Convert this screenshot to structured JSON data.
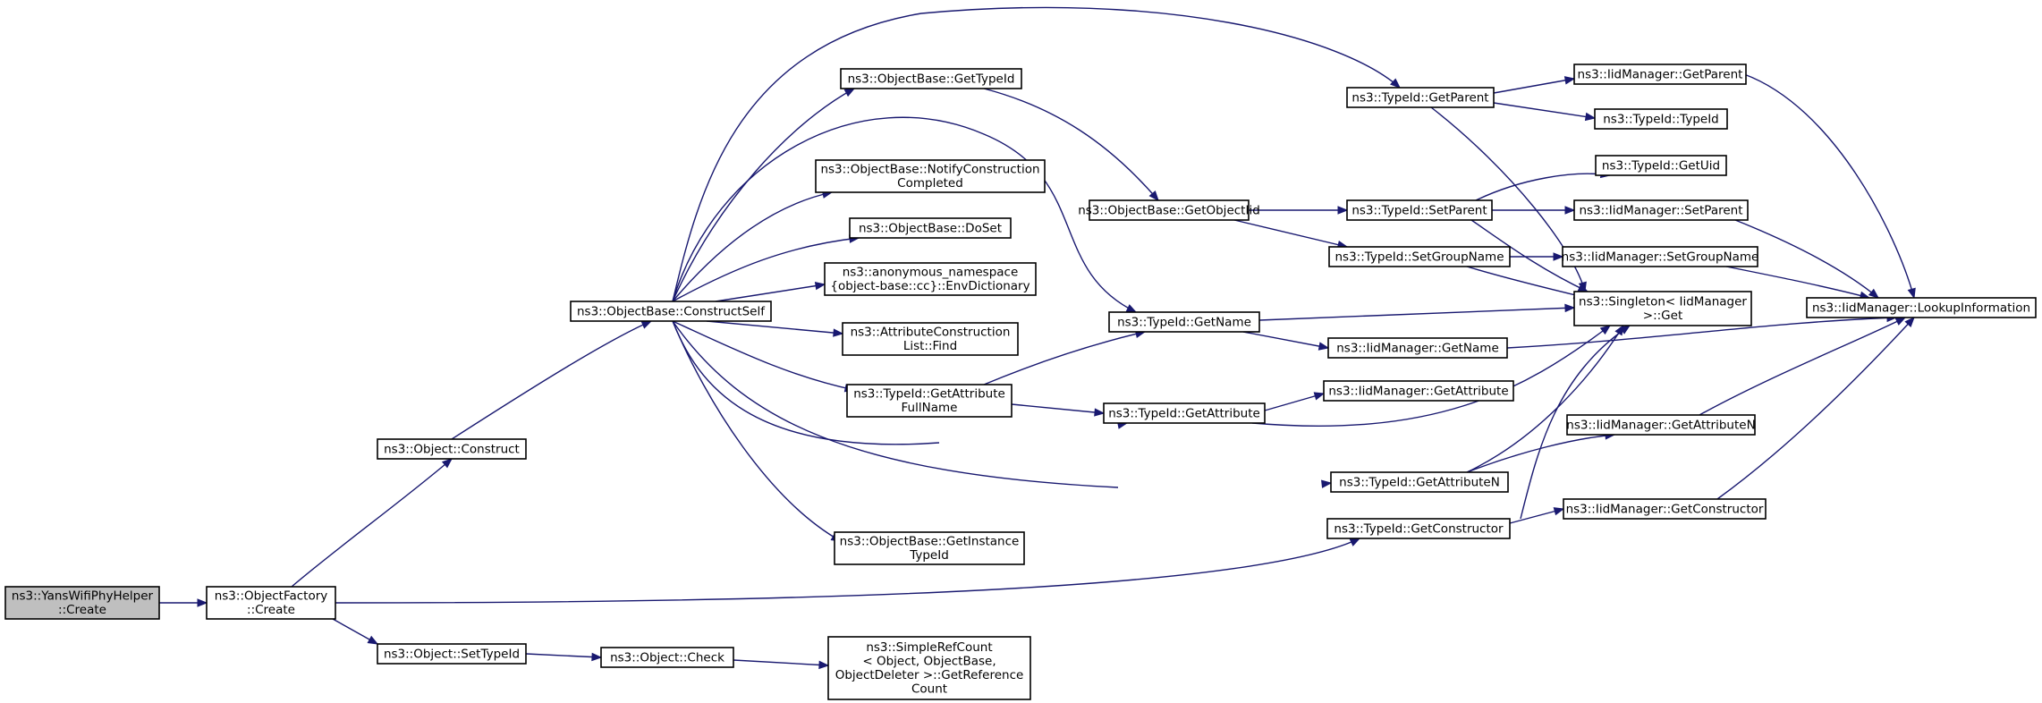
{
  "diagram": {
    "colors": {
      "edge": "#191970",
      "root_fill": "#bfbfbf",
      "node_fill": "#ffffff",
      "border": "#000000"
    },
    "nodes": [
      {
        "id": "yans",
        "lines": [
          "ns3::YansWifiPhyHelper",
          "::Create"
        ],
        "root": true
      },
      {
        "id": "factory",
        "lines": [
          "ns3::ObjectFactory",
          "::Create"
        ]
      },
      {
        "id": "construct",
        "lines": [
          "ns3::Object::Construct"
        ]
      },
      {
        "id": "settypeid",
        "lines": [
          "ns3::Object::SetTypeId"
        ]
      },
      {
        "id": "check",
        "lines": [
          "ns3::Object::Check"
        ]
      },
      {
        "id": "getref",
        "lines": [
          "ns3::SimpleRefCount",
          "< Object, ObjectBase,",
          "ObjectDeleter >::GetReference",
          "Count"
        ]
      },
      {
        "id": "constructself",
        "lines": [
          "ns3::ObjectBase::ConstructSelf"
        ]
      },
      {
        "id": "ob_gettypeid",
        "lines": [
          "ns3::ObjectBase::GetTypeId"
        ]
      },
      {
        "id": "notify",
        "lines": [
          "ns3::ObjectBase::NotifyConstruction",
          "Completed"
        ]
      },
      {
        "id": "doset",
        "lines": [
          "ns3::ObjectBase::DoSet"
        ]
      },
      {
        "id": "envdict",
        "lines": [
          "ns3::anonymous_namespace",
          "{object-base::cc}::EnvDictionary"
        ]
      },
      {
        "id": "acl_find",
        "lines": [
          "ns3::AttributeConstruction",
          "List::Find"
        ]
      },
      {
        "id": "getattrfull",
        "lines": [
          "ns3::TypeId::GetAttribute",
          "FullName"
        ]
      },
      {
        "id": "getinstance",
        "lines": [
          "ns3::ObjectBase::GetInstance",
          "TypeId"
        ]
      },
      {
        "id": "getobjectiid",
        "lines": [
          "ns3::ObjectBase::GetObjectIid"
        ]
      },
      {
        "id": "tid_getname",
        "lines": [
          "ns3::TypeId::GetName"
        ]
      },
      {
        "id": "tid_getattr",
        "lines": [
          "ns3::TypeId::GetAttribute"
        ]
      },
      {
        "id": "tid_getparent",
        "lines": [
          "ns3::TypeId::GetParent"
        ]
      },
      {
        "id": "tid_setparent",
        "lines": [
          "ns3::TypeId::SetParent"
        ]
      },
      {
        "id": "tid_setgroup",
        "lines": [
          "ns3::TypeId::SetGroupName"
        ]
      },
      {
        "id": "iid_getname",
        "lines": [
          "ns3::IidManager::GetName"
        ]
      },
      {
        "id": "iid_getattr",
        "lines": [
          "ns3::IidManager::GetAttribute"
        ]
      },
      {
        "id": "tid_getattrn",
        "lines": [
          "ns3::TypeId::GetAttributeN"
        ]
      },
      {
        "id": "tid_getctor",
        "lines": [
          "ns3::TypeId::GetConstructor"
        ]
      },
      {
        "id": "iid_getparent",
        "lines": [
          "ns3::IidManager::GetParent"
        ]
      },
      {
        "id": "tid_typeid",
        "lines": [
          "ns3::TypeId::TypeId"
        ]
      },
      {
        "id": "tid_getuid",
        "lines": [
          "ns3::TypeId::GetUid"
        ]
      },
      {
        "id": "iid_setparent",
        "lines": [
          "ns3::IidManager::SetParent"
        ]
      },
      {
        "id": "iid_setgroup",
        "lines": [
          "ns3::IidManager::SetGroupName"
        ]
      },
      {
        "id": "singleton",
        "lines": [
          "ns3::Singleton< IidManager",
          ">::Get"
        ]
      },
      {
        "id": "iid_getattrn",
        "lines": [
          "ns3::IidManager::GetAttributeN"
        ]
      },
      {
        "id": "iid_getctor",
        "lines": [
          "ns3::IidManager::GetConstructor"
        ]
      },
      {
        "id": "lookup",
        "lines": [
          "ns3::IidManager::LookupInformation"
        ]
      }
    ],
    "edges": [
      [
        "yans",
        "factory"
      ],
      [
        "factory",
        "construct"
      ],
      [
        "factory",
        "settypeid"
      ],
      [
        "factory",
        "tid_getctor"
      ],
      [
        "construct",
        "constructself"
      ],
      [
        "settypeid",
        "check"
      ],
      [
        "check",
        "getref"
      ],
      [
        "constructself",
        "ob_gettypeid"
      ],
      [
        "constructself",
        "notify"
      ],
      [
        "constructself",
        "doset"
      ],
      [
        "constructself",
        "envdict"
      ],
      [
        "constructself",
        "acl_find"
      ],
      [
        "constructself",
        "getattrfull"
      ],
      [
        "constructself",
        "getinstance"
      ],
      [
        "constructself",
        "tid_getparent"
      ],
      [
        "constructself",
        "tid_getname"
      ],
      [
        "constructself",
        "tid_getattr"
      ],
      [
        "constructself",
        "tid_getattrn"
      ],
      [
        "ob_gettypeid",
        "getobjectiid"
      ],
      [
        "getobjectiid",
        "tid_setparent"
      ],
      [
        "getobjectiid",
        "tid_setgroup"
      ],
      [
        "getattrfull",
        "tid_getname"
      ],
      [
        "getattrfull",
        "tid_getattr"
      ],
      [
        "tid_getname",
        "singleton"
      ],
      [
        "tid_getname",
        "iid_getname"
      ],
      [
        "tid_getattr",
        "iid_getattr"
      ],
      [
        "tid_getattr",
        "singleton"
      ],
      [
        "tid_getparent",
        "iid_getparent"
      ],
      [
        "tid_getparent",
        "tid_typeid"
      ],
      [
        "tid_getparent",
        "singleton"
      ],
      [
        "tid_setparent",
        "tid_getuid"
      ],
      [
        "tid_setparent",
        "iid_setparent"
      ],
      [
        "tid_setparent",
        "singleton"
      ],
      [
        "tid_setgroup",
        "iid_setgroup"
      ],
      [
        "tid_setgroup",
        "singleton"
      ],
      [
        "tid_getattrn",
        "iid_getattrn"
      ],
      [
        "tid_getattrn",
        "singleton"
      ],
      [
        "tid_getctor",
        "iid_getctor"
      ],
      [
        "tid_getctor",
        "singleton"
      ],
      [
        "iid_getname",
        "lookup"
      ],
      [
        "iid_getparent",
        "lookup"
      ],
      [
        "iid_setparent",
        "lookup"
      ],
      [
        "iid_setgroup",
        "lookup"
      ],
      [
        "iid_getattrn",
        "lookup"
      ],
      [
        "iid_getctor",
        "lookup"
      ]
    ]
  }
}
